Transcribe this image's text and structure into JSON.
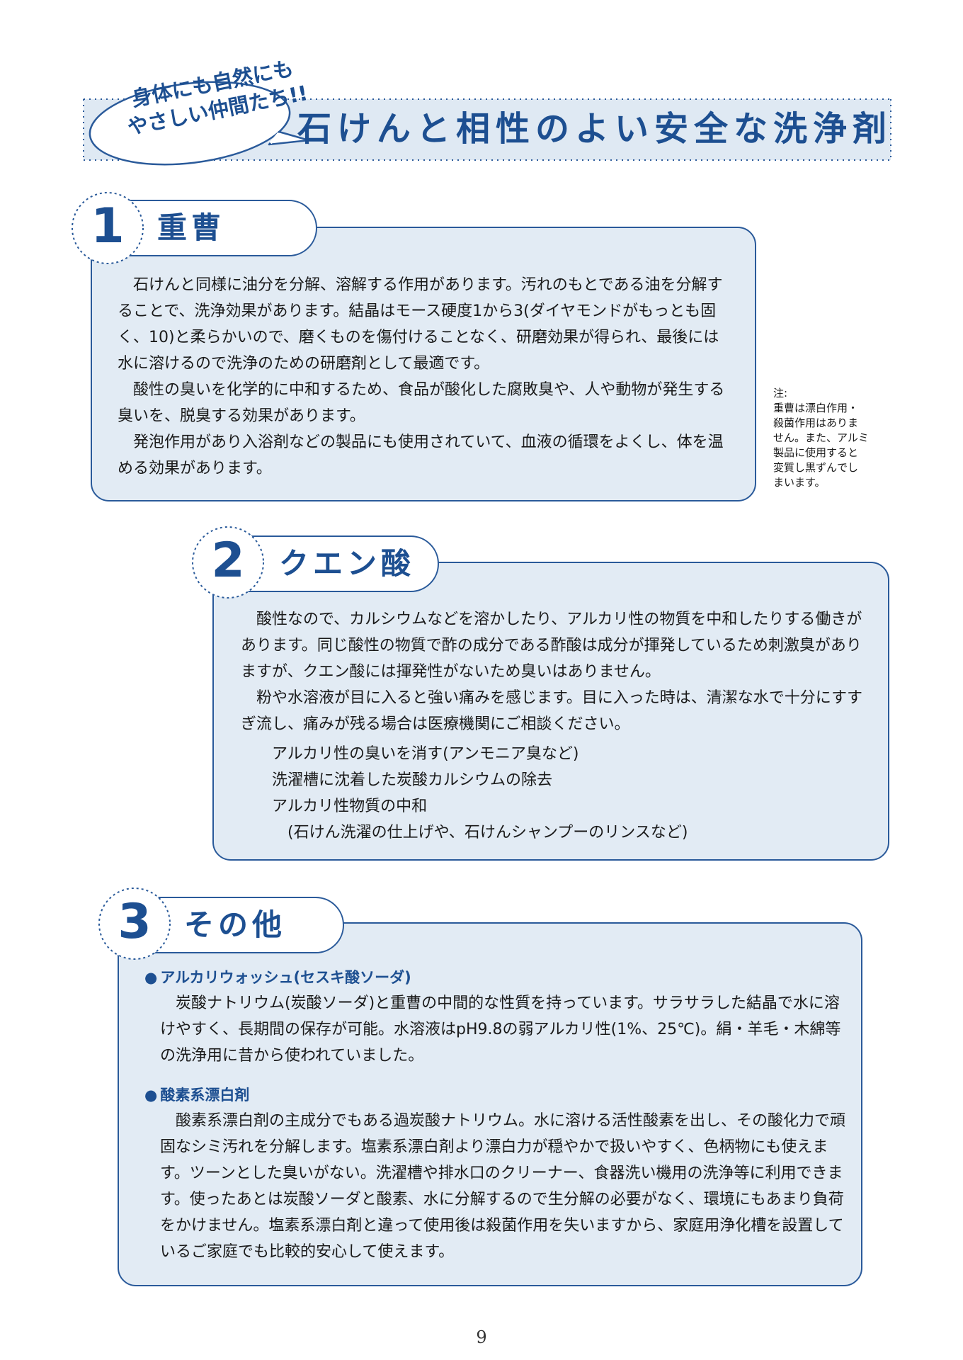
{
  "header": {
    "title": "石けんと相性のよい安全な洗浄剤",
    "bubble_line1": "身体にも自然にも",
    "bubble_line2": "やさしい仲間たち!!"
  },
  "section1": {
    "number": "1",
    "title": "重曹",
    "paragraphs": [
      "石けんと同様に油分を分解、溶解する作用があります。汚れのもとである油を分解することで、洗浄効果があります。結晶はモース硬度1から3(ダイヤモンドがもっとも固く、10)と柔らかいので、磨くものを傷付けることなく、研磨効果が得られ、最後には水に溶けるので洗浄のための研磨剤として最適です。",
      "酸性の臭いを化学的に中和するため、食品が酸化した腐敗臭や、人や動物が発生する臭いを、脱臭する効果があります。",
      "発泡作用があり入浴剤などの製品にも使用されていて、血液の循環をよくし、体を温める効果があります。"
    ]
  },
  "note": {
    "lines": [
      "注:",
      "重曹は漂白作用・",
      "殺菌作用はありま",
      "せん。また、アルミ",
      "製品に使用すると",
      "変質し黒ずんでし",
      "まいます。"
    ]
  },
  "section2": {
    "number": "2",
    "title": "クエン酸",
    "paragraphs": [
      "酸性なので、カルシウムなどを溶かしたり、アルカリ性の物質を中和したりする働きがあります。同じ酸性の物質で酢の成分である酢酸は成分が揮発しているため刺激臭がありますが、クエン酸には揮発性がないため臭いはありません。",
      "粉や水溶液が目に入ると強い痛みを感じます。目に入った時は、清潔な水で十分にすすぎ流し、痛みが残る場合は医療機関にご相談ください。"
    ],
    "uses": [
      "アルカリ性の臭いを消す(アンモニア臭など)",
      "洗濯槽に沈着した炭酸カルシウムの除去",
      "アルカリ性物質の中和",
      "(石けん洗濯の仕上げや、石けんシャンプーのリンスなど)"
    ]
  },
  "section3": {
    "number": "3",
    "title": "その他",
    "items": [
      {
        "bullet": "●",
        "heading": "アルカリウォッシュ(セスキ酸ソーダ)",
        "text": "炭酸ナトリウム(炭酸ソーダ)と重曹の中間的な性質を持っています。サラサラした結晶で水に溶けやすく、長期間の保存が可能。水溶液はpH9.8の弱アルカリ性(1%、25℃)。絹・羊毛・木綿等の洗浄用に昔から使われていました。"
      },
      {
        "bullet": "●",
        "heading": "酸素系漂白剤",
        "text": "酸素系漂白剤の主成分でもある過炭酸ナトリウム。水に溶ける活性酸素を出し、その酸化力で頑固なシミ汚れを分解します。塩素系漂白剤より漂白力が穏やかで扱いやすく、色柄物にも使えます。ツーンとした臭いがない。洗濯槽や排水口のクリーナー、食器洗い機用の洗浄等に利用できます。使ったあとは炭酸ソーダと酸素、水に分解するので生分解の必要がなく、環境にもあまり負荷をかけません。塩素系漂白剤と違って使用後は殺菌作用を失いますから、家庭用浄化槽を設置しているご家庭でも比較的安心して使えます。"
      }
    ]
  },
  "page_number": "9",
  "colors": {
    "accent": "#1d4f91",
    "box_fill": "#e2ebf4",
    "border": "#2a5a9a"
  }
}
